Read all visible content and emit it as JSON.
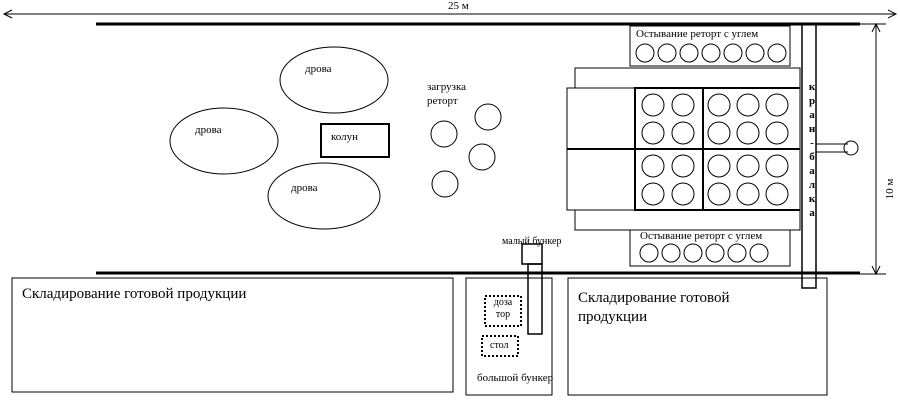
{
  "dimensions": {
    "length": "25 м",
    "width": "10 м"
  },
  "areas": {
    "firewood_1": "дрова",
    "firewood_2": "дрова",
    "firewood_3": "дрова",
    "splitter": "колун",
    "retort_loading": "загрузка\nреторт",
    "cooling_top": "Остывание реторт с углем",
    "cooling_bottom": "Остывание реторт с углем",
    "small_bunker": "малый бункер",
    "big_bunker": "большой бункер",
    "dosing": "доза\nтор",
    "table": "стол",
    "storage_left": "Складирование готовой продукции",
    "storage_right": "Складирование готовой\nпродукции"
  },
  "kiln_vertical_letters": [
    "к",
    "р",
    "а",
    "н",
    "-",
    "б",
    "а",
    "л",
    "к",
    "а"
  ]
}
